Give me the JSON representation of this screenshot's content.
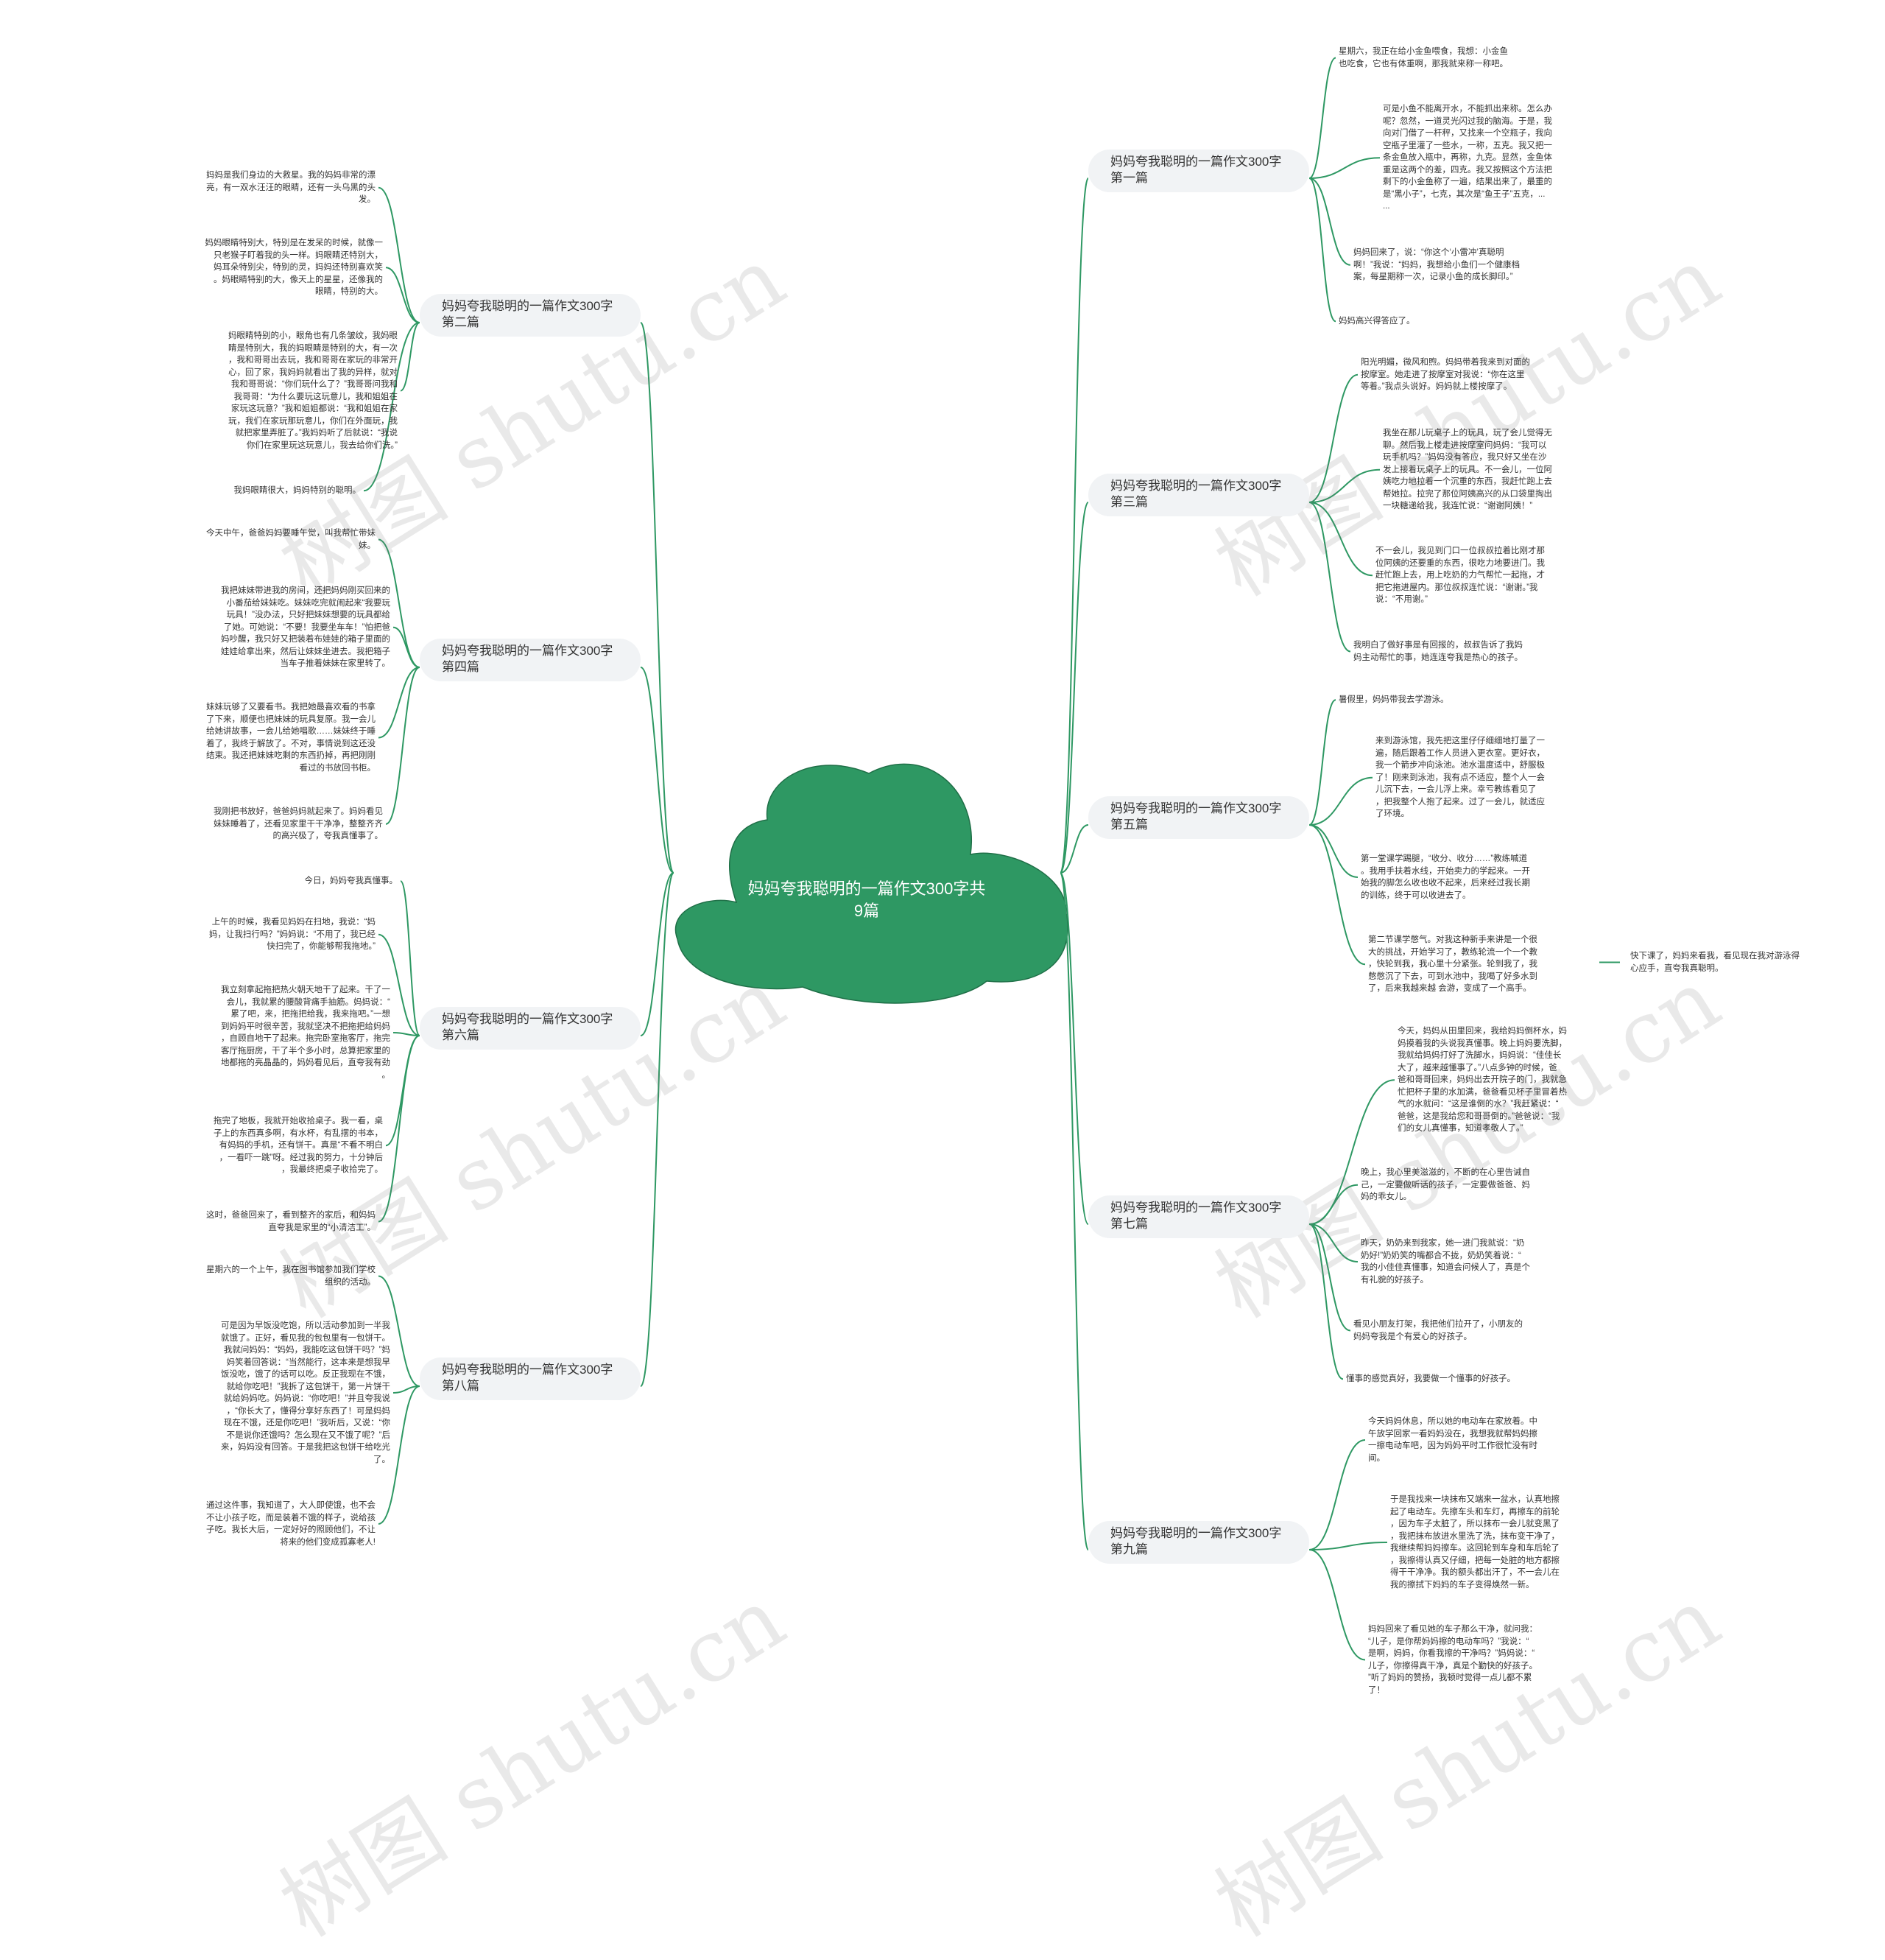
{
  "title": "妈妈夸我聪明的一篇作文300字共9篇",
  "colors": {
    "root_fill": "#2e9863",
    "link": "#2e9863",
    "branch_fill": "#f1f3f5"
  },
  "watermark": "树图 shutu.cn",
  "branches": [
    {
      "id": "b1",
      "label": "妈妈夸我聪明的一篇作文300字 第一篇",
      "leaves": [
        "星期六，我正在给小金鱼喂食，我想：小金鱼\n也吃食，它也有体重啊，那我就来称一称吧。",
        "可是小鱼不能离开水，不能抓出来称。怎么办\n呢？忽然，一道灵光闪过我的脑海。于是，我\n向对门借了一杆秤，又找来一个空瓶子，我向\n空瓶子里灌了一些水，一称，五克。我又把一\n条金鱼放入瓶中，再称，九克。显然，金鱼体\n重是这两个的差，四克。我又按照这个方法把\n剩下的小金鱼称了一遍，结果出来了，最重的\n是“黑小子”，七克，其次是“鱼王子”五克，...\n...",
        "妈妈回来了，说：“你这个‘小雷冲’真聪明\n啊！”我说：“妈妈，我想给小鱼们一个健康档\n案，每星期称一次，记录小鱼的成长脚印。”",
        "妈妈高兴得答应了。"
      ]
    },
    {
      "id": "b2",
      "label": "妈妈夸我聪明的一篇作文300字 第二篇",
      "leaves": [
        "妈妈是我们身边的大救星。我的妈妈非常的漂\n亮，有一双水汪汪的眼睛，还有一头乌黑的头\n发。",
        "妈妈眼睛特别大，特别是在发呆的时候，就像一\n只老猴子盯着我的头一样。妈眼睛还特别大，\n妈耳朵特别尖，特别的灵，妈妈还特别喜欢笑\n。妈眼睛特别的大，像天上的星星，还像我的\n眼睛，特别的大。",
        "妈眼睛特别的小，眼角也有几条皱纹，我妈眼\n睛是特别大，我的妈眼睛是特别的大，有一次\n，我和哥哥出去玩，我和哥哥在家玩的非常开\n心，回了家，我妈妈就看出了我的异样，就对\n我和哥哥说：“你们玩什么了？”我哥哥问我和\n我哥哥：“为什么要玩这玩意儿，我和姐姐在\n家玩这玩意？”我和姐姐都说：“我和姐姐在家\n玩，我们在家玩那玩意儿，你们在外面玩，我\n就把家里弄脏了。”我妈妈听了后就说：“我说\n你们在家里玩这玩意儿，我去给你们洗。”",
        "我妈眼睛很大，妈妈特别的聪明。"
      ]
    },
    {
      "id": "b3",
      "label": "妈妈夸我聪明的一篇作文300字 第三篇",
      "leaves": [
        "阳光明媚，微风和煦。妈妈带着我来到对面的\n按摩室。她走进了按摩室对我说：“你在这里\n等着。”我点头说好。妈妈就上楼按摩了。",
        "我坐在那儿玩桌子上的玩具，玩了会儿觉得无\n聊。然后我上楼走进按摩室问妈妈：“我可以\n玩手机吗？”妈妈没有答应，我只好又坐在沙\n发上接着玩桌子上的玩具。不一会儿，一位阿\n姨吃力地拉着一个沉重的东西，我赶忙跑上去\n帮她拉。拉完了那位阿姨高兴的从口袋里掏出\n一块糖递给我，我连忙说：“谢谢阿姨！”",
        "不一会儿，我见到门口一位叔叔拉着比刚才那\n位阿姨的还要重的东西，很吃力地要进门。我\n赶忙跑上去，用上吃奶的力气帮忙一起拖，才\n把它拖进屋内。那位叔叔连忙说：“谢谢。”我\n说：“不用谢。”",
        "我明白了做好事是有回报的，叔叔告诉了我妈\n妈主动帮忙的事，她连连夸我是热心的孩子。"
      ]
    },
    {
      "id": "b4",
      "label": "妈妈夸我聪明的一篇作文300字 第四篇",
      "leaves": [
        "今天中午，爸爸妈妈要睡午觉，叫我帮忙带妹\n妹。",
        "我把妹妹带进我的房间，还把妈妈刚买回来的\n小番茄给妹妹吃。妹妹吃完就闹起来“我要玩\n玩具！”没办法，只好把妹妹想要的玩具都给\n了她。可她说：“不要！我要坐车车！”怕把爸\n妈吵醒，我只好又把装着布娃娃的箱子里面的\n娃娃给拿出来，然后让妹妹坐进去。我把箱子\n当车子推着妹妹在家里转了。",
        "妹妹玩够了又要看书。我把她最喜欢看的书拿\n了下来，顺便也把妹妹的玩具复原。我一会儿\n给她讲故事，一会儿给她唱歌……妹妹终于睡\n着了，我终于解放了。不对，事情说到这还没\n结束。我还把妹妹吃剩的东西扔掉，再把刚刚\n看过的书放回书柜。",
        "我刚把书放好，爸爸妈妈就起来了。妈妈看见\n妹妹睡着了，还看见家里干干净净，整整齐齐\n的高兴极了，夸我真懂事了。"
      ]
    },
    {
      "id": "b5",
      "label": "妈妈夸我聪明的一篇作文300字 第五篇",
      "leaves": [
        "暑假里，妈妈带我去学游泳。",
        "来到游泳馆，我先把这里仔仔细细地打量了一\n遍，随后跟着工作人员进入更衣室。更好衣，\n我一个箭步冲向泳池。池水温度适中，舒服极\n了！刚来到泳池，我有点不适应，整个人一会\n儿沉下去，一会儿浮上来。幸亏教练看见了\n，把我整个人抱了起来。过了一会儿，就适应\n了环境。",
        "第一堂课学踢腿，“收分、收分……”教练喊道\n。我用手扶着水线，开始卖力的学起来。一开\n始我的脚怎么收也收不起来，后来经过我长期\n的训练，终于可以收进去了。",
        "第二节课学憋气。对我这种新手来讲是一个很\n大的挑战，开始学习了，教练轮流一个一个教\n，快轮到我，我心里十分紧张。轮到我了，我\n憋憋沉了下去，可到水池中，我喝了好多水到\n了，后来我越来越 会游，变成了一个高手。",
        "快下课了，妈妈来看我，看见现在我对游泳得\n心应手，直夸我真聪明。"
      ]
    },
    {
      "id": "b6",
      "label": "妈妈夸我聪明的一篇作文300字 第六篇",
      "leaves": [
        "今日，妈妈夸我真懂事。",
        "上午的时候，我看见妈妈在扫地，我说：“妈\n妈，让我扫行吗？”妈妈说：“不用了，我已经\n快扫完了，你能够帮我拖地。”",
        "我立刻拿起拖把热火朝天地干了起来。干了一\n会儿，我就累的腰酸背痛手抽筋。妈妈说：“\n累了吧，来，把拖把给我，我来拖吧。”一想\n到妈妈平时很辛苦，我就坚决不把拖把给妈妈\n，自顾自地干了起来。拖完卧室拖客厅，拖完\n客厅拖厨房，干了半个多小时，总算把家里的\n地都拖的亮晶晶的，妈妈看见后，直夸我有劲\n。",
        "拖完了地板，我就开始收拾桌子。我一看，桌\n子上的东西真多啊，有水杯，有乱摆的书本，\n有妈妈的手机，还有饼干。真是“不看不明白\n，一看吓一跳”呀。经过我的努力，十分钟后\n，我最终把桌子收拾完了。",
        "这时，爸爸回来了，看到整齐的家后，和妈妈\n直夸我是家里的“小清洁工”。"
      ]
    },
    {
      "id": "b7",
      "label": "妈妈夸我聪明的一篇作文300字 第七篇",
      "leaves": [
        "今天，妈妈从田里回来，我给妈妈倒杯水，妈\n妈摸着我的头说我真懂事。晚上妈妈要洗脚，\n我就给妈妈打好了洗脚水，妈妈说：“佳佳长\n大了，越来越懂事了。”八点多钟的时候，爸\n爸和哥哥回来，妈妈出去开院子的门，我就急\n忙把杯子里的水加满，爸爸看见杯子里冒着热\n气的水就问：“这是谁倒的水？”我赶紧说：“\n爸爸，这是我给您和哥哥倒的。”爸爸说：“我\n们的女儿真懂事，知道孝敬人了。”",
        "晚上，我心里美滋滋的，不断的在心里告诫自\n己，一定要做听话的孩子，一定要做爸爸、妈\n妈的乖女儿。",
        "昨天，奶奶来到我家，她一进门我就说：“奶\n奶好!”奶奶笑的嘴都合不拢，奶奶笑着说：“\n我的小佳佳真懂事，知道会问候人了，真是个\n有礼貌的好孩子。",
        "看见小朋友打架，我把他们拉开了，小朋友的\n妈妈夸我是个有爱心的好孩子。",
        "懂事的感觉真好，我要做一个懂事的好孩子。"
      ]
    },
    {
      "id": "b8",
      "label": "妈妈夸我聪明的一篇作文300字 第八篇",
      "leaves": [
        "星期六的一个上午，我在图书馆参加我们学校\n组织的活动。",
        "可是因为早饭没吃饱，所以活动参加到一半我\n就饿了。正好，看见我的包包里有一包饼干。\n我就问妈妈：“妈妈，我能吃这包饼干吗？”妈\n妈笑着回答说：“当然能行，这本来是想我早\n饭没吃，饿了的话可以吃。反正我现在不饿，\n就给你吃吧！”我拆了这包饼干，第一片饼干\n就给妈妈吃。妈妈说：“你吃吧！”并且夸我说\n，“你长大了，懂得分享好东西了！可是妈妈\n现在不饿，还是你吃吧！”我听后，又说：“你\n不是说你还饿吗？怎么现在又不饿了呢？”后\n来，妈妈没有回答。于是我把这包饼干给吃光\n了。",
        "通过这件事，我知道了，大人即使饿，也不会\n不让小孩子吃，而是装着不饿的样子，说给孩\n子吃。我长大后，一定好好的照顾他们，不让\n将来的他们变成孤寡老人!"
      ]
    },
    {
      "id": "b9",
      "label": "妈妈夸我聪明的一篇作文300字 第九篇",
      "leaves": [
        "今天妈妈休息，所以她的电动车在家放着。中\n午放学回家一看妈妈没在，我想我就帮妈妈擦\n一擦电动车吧，因为妈妈平时工作很忙没有时\n间。",
        "于是我找来一块抹布又端来一盆水，认真地擦\n起了电动车。先擦车头和车灯，再擦车的前轮\n，因为车子太脏了，所以抹布一会儿就变黑了\n，我把抹布放进水里洗了洗，抹布变干净了，\n我继续帮妈妈擦车。这回轮到车身和车后轮了\n，我擦得认真又仔细，把每一处脏的地方都擦\n得干干净净。我的额头都出汗了，不一会儿在\n我的擦拭下妈妈的车子变得焕然一新。",
        "妈妈回来了看见她的车子那么干净，就问我：\n“儿子，是你帮妈妈擦的电动车吗？”我说：“\n是啊，妈妈，你看我擦的干净吗？”妈妈说：“\n儿子，你擦得真干净，真是个勤快的好孩子。\n”听了妈妈的赞扬，我顿时觉得一点儿都不累\n了！"
      ]
    }
  ]
}
